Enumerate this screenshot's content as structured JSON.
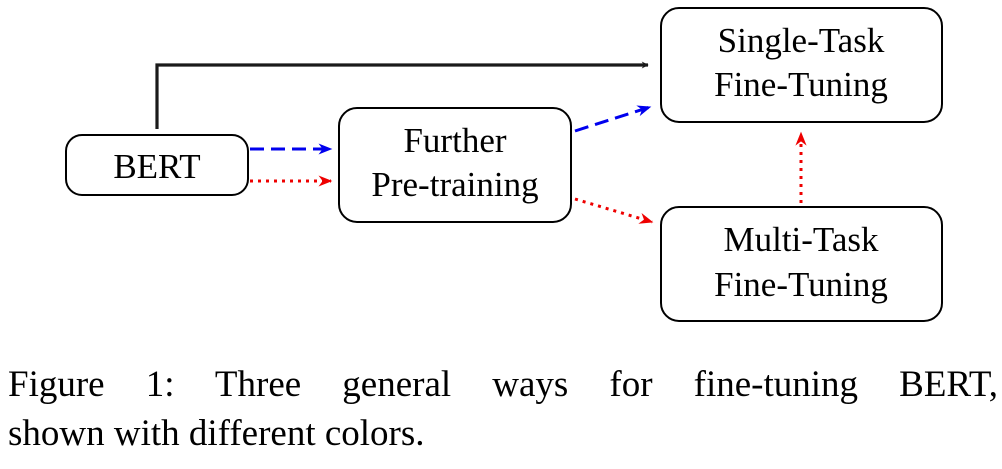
{
  "nodes": {
    "bert": {
      "label": "BERT"
    },
    "further": {
      "line1": "Further",
      "line2": "Pre-training"
    },
    "single": {
      "line1": "Single-Task",
      "line2": "Fine-Tuning"
    },
    "multi": {
      "line1": "Multi-Task",
      "line2": "Fine-Tuning"
    }
  },
  "colors": {
    "stroke": "#000000",
    "path_direct": "#1a1a1a",
    "path_blue": "#0000ee",
    "path_red": "#ee0000"
  },
  "caption": {
    "line1": "Figure 1:  Three general ways for fine-tuning BERT,",
    "line2": "shown with different colors."
  }
}
